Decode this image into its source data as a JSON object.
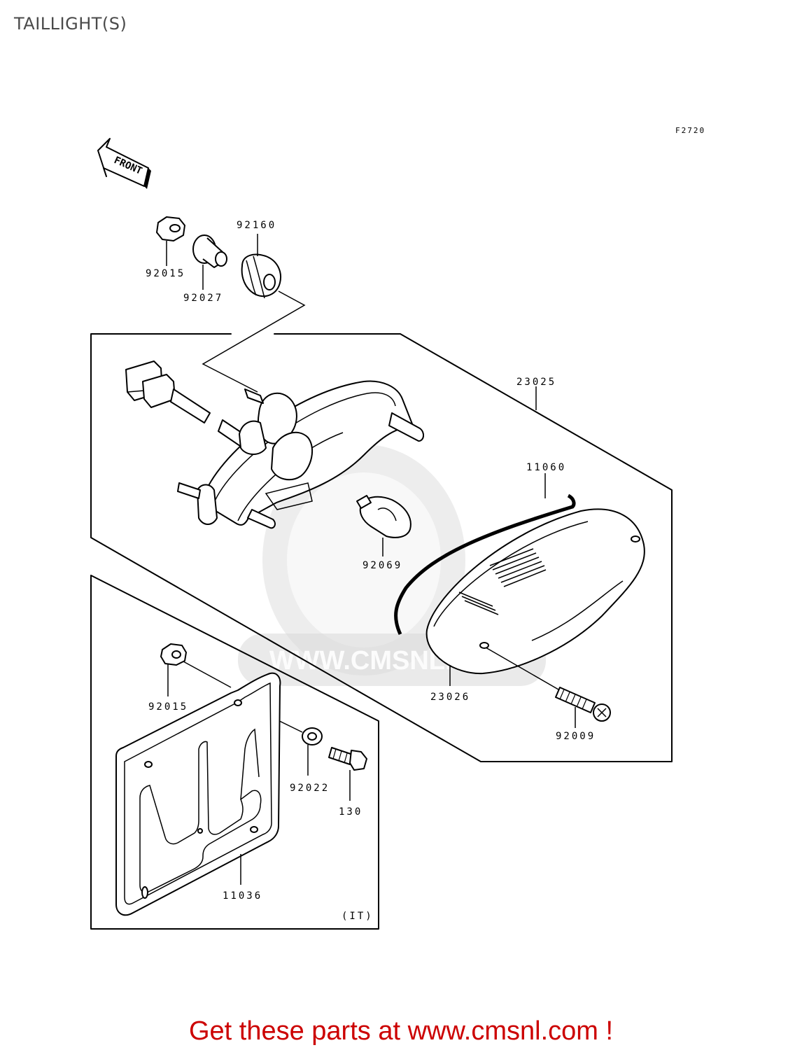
{
  "page": {
    "title": "TAILLIGHT(S)",
    "figure_code": "F2720",
    "front_arrow_label": "FRONT",
    "watermark_text": "WWW.CMSNL.COM",
    "region_note": "(IT)",
    "footer_banner": "Get these parts at www.cmsnl.com !"
  },
  "parts": {
    "p92015_top": "92015",
    "p92027": "92027",
    "p92160": "92160",
    "p23025": "23025",
    "p11060": "11060",
    "p92069": "92069",
    "p23026": "23026",
    "p92009": "92009",
    "p92015_bottom": "92015",
    "p92022": "92022",
    "p130": "130",
    "p11036": "11036"
  },
  "colors": {
    "banner": "#cc0000",
    "title": "#4a4a4a",
    "watermark": "#d8d8d8"
  }
}
